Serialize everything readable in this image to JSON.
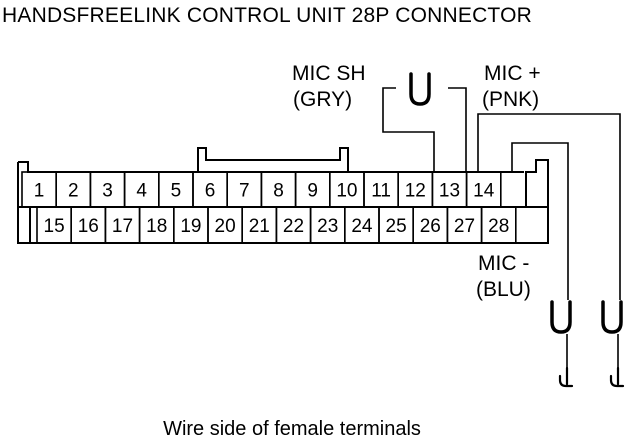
{
  "title": "HANDSFREELINK CONTROL UNIT 28P CONNECTOR",
  "caption": "Wire side of female terminals",
  "labels": {
    "mic_sh_name": "MIC SH",
    "mic_sh_color": "(GRY)",
    "mic_plus_name": "MIC +",
    "mic_plus_color": "(PNK)",
    "mic_minus_name": "MIC -",
    "mic_minus_color": "(BLU)"
  },
  "connector": {
    "top_row": [
      "1",
      "2",
      "3",
      "4",
      "5",
      "6",
      "7",
      "8",
      "9",
      "10",
      "11",
      "12",
      "13",
      "14"
    ],
    "bottom_row": [
      "15",
      "16",
      "17",
      "18",
      "19",
      "20",
      "21",
      "22",
      "23",
      "24",
      "25",
      "26",
      "27",
      "28"
    ]
  }
}
